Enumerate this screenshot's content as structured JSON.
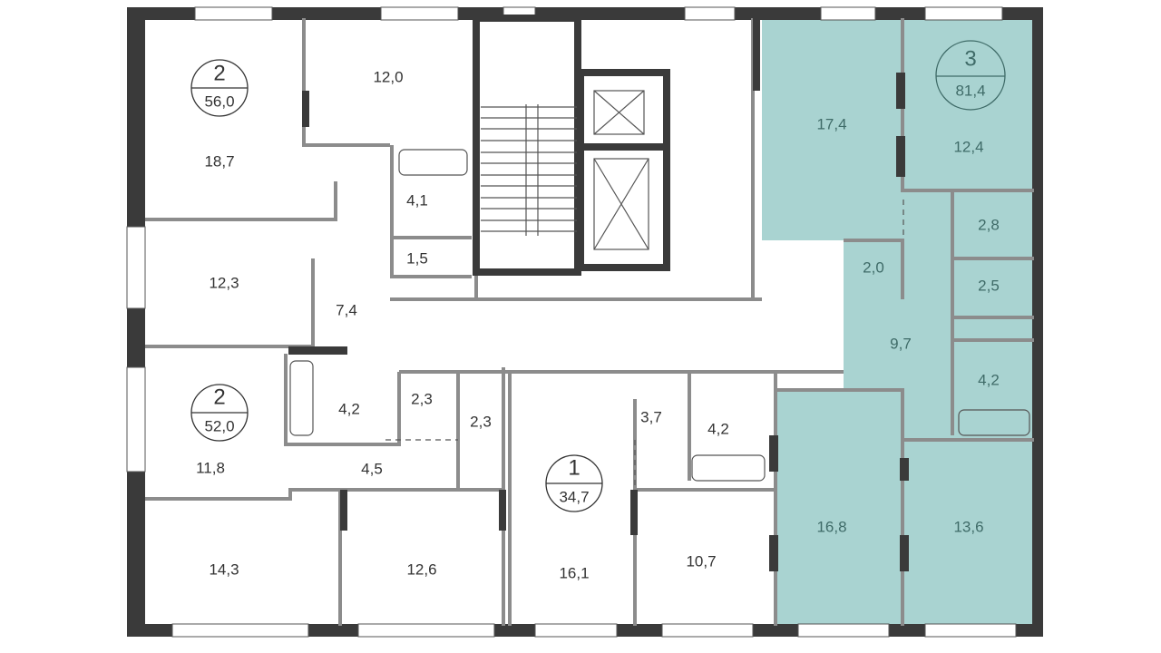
{
  "plan": {
    "highlight_color": "#a9d3d1",
    "apartments": [
      {
        "rooms_count": "2",
        "total_area": "56,0",
        "rooms": [
          "18,7",
          "12,0",
          "12,3",
          "4,1",
          "1,5",
          "7,4"
        ]
      },
      {
        "rooms_count": "2",
        "total_area": "52,0",
        "rooms": [
          "11,8",
          "4,2",
          "2,3",
          "2,3",
          "4,5",
          "14,3",
          "12,6"
        ]
      },
      {
        "rooms_count": "1",
        "total_area": "34,7",
        "rooms": [
          "16,1",
          "3,7",
          "4,2",
          "10,7"
        ]
      },
      {
        "rooms_count": "3",
        "total_area": "81,4",
        "rooms": [
          "17,4",
          "12,4",
          "2,8",
          "2,0",
          "2,5",
          "9,7",
          "4,2",
          "16,8",
          "13,6"
        ]
      }
    ]
  }
}
